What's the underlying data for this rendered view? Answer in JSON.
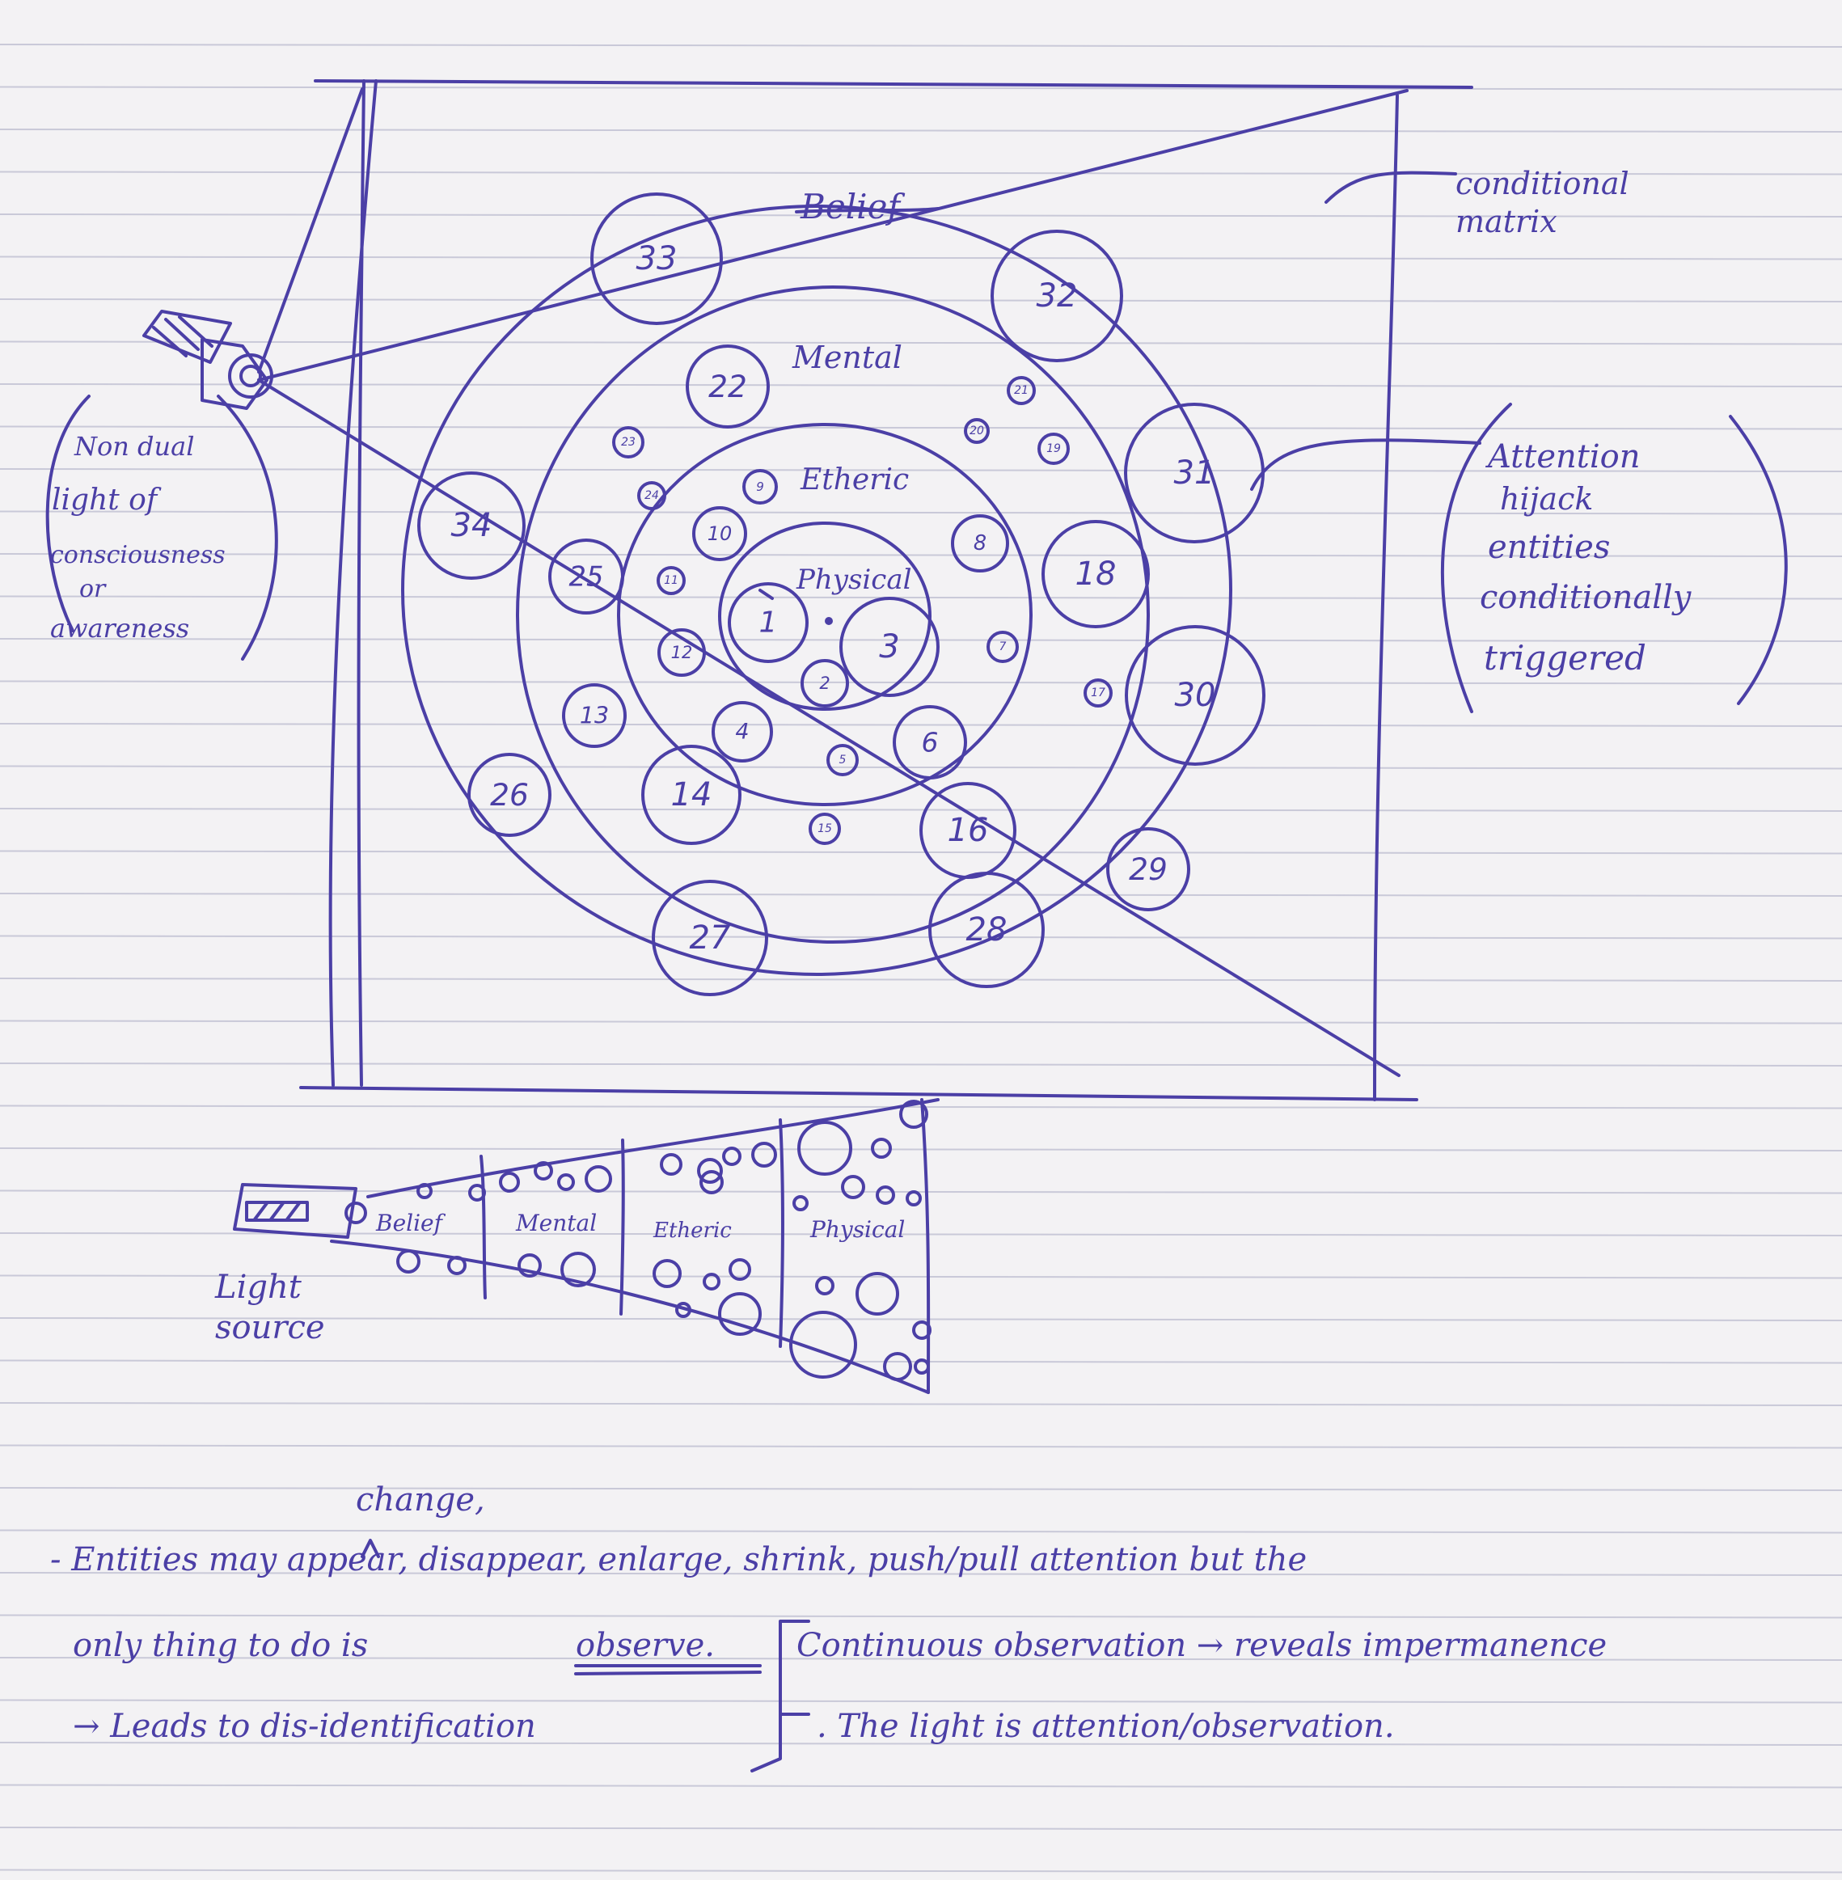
{
  "rings": {
    "belief": "Belief",
    "mental": "Mental",
    "etheric": "Etheric",
    "physical": "Physical"
  },
  "entities": [
    "1",
    "2",
    "3",
    "4",
    "5",
    "6",
    "7",
    "8",
    "9",
    "10",
    "11",
    "12",
    "13",
    "14",
    "15",
    "16",
    "17",
    "18",
    "19",
    "20",
    "21",
    "22",
    "23",
    "24",
    "25",
    "26",
    "27",
    "28",
    "29",
    "30",
    "31",
    "32",
    "33",
    "34"
  ],
  "labels": {
    "matrix_line1": "conditional",
    "matrix_line2": "matrix",
    "attention_line1": "Attention",
    "attention_line2": "hijack",
    "attention_line3": "entities",
    "attention_line4": "conditionally",
    "attention_line5": "triggered",
    "nondual_line1": "Non dual",
    "nondual_line2": "light of",
    "nondual_line3": "consciousness",
    "nondual_line4": "or",
    "nondual_line5": "awareness"
  },
  "cone": {
    "belief": "Belief",
    "mental": "Mental",
    "etheric": "Etheric",
    "physical": "Physical",
    "source_line1": "Light",
    "source_line2": "source"
  },
  "notes": {
    "insert": "change,",
    "line1": "- Entities may appear, disappear, enlarge, shrink, push/pull attention but the",
    "line2_a": "only thing to do is",
    "line2_observe": "observe.",
    "line2_b": "Continuous observation → reveals impermanence",
    "line3_a": "→ Leads to dis-identification",
    "line3_b": ". The light is attention/observation."
  },
  "colors": {
    "ink": "#4b3fa6",
    "paper": "#f3f2f4",
    "rule": "#c9c9d8"
  }
}
